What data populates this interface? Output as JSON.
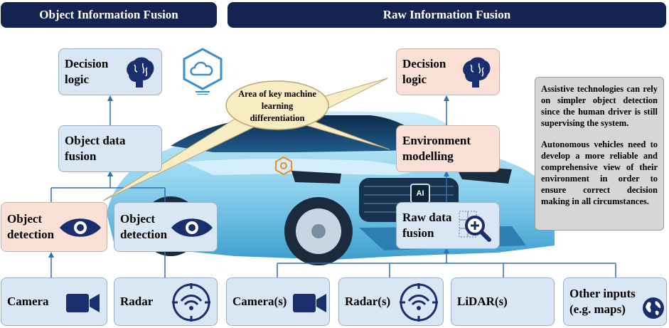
{
  "banners": {
    "left": "Object Information Fusion",
    "right": "Raw Information Fusion"
  },
  "left": {
    "decision": "Decision\nlogic",
    "fusion": "Object data\nfusion",
    "detection_camera": "Object\ndetection",
    "detection_radar": "Object\ndetection",
    "camera": "Camera",
    "radar": "Radar"
  },
  "right": {
    "decision": "Decision\nlogic",
    "environment": "Environment\nmodelling",
    "raw_fusion": "Raw data\nfusion",
    "camera": "Camera(s)",
    "radar": "Radar(s)",
    "lidar": "LiDAR(s)",
    "other": "Other inputs\n(e.g. maps)"
  },
  "bubble": "Area of key machine learning differentiation",
  "car_chip_label": "AI",
  "note": {
    "p1": "Assistive technologies can rely on simpler object detection since the human driver is still supervising the system.",
    "p2": "Autonomous vehicles need to develop a more reliable and comprehensive view of their environment in order to ensure correct decision making in all circumstances."
  },
  "colors": {
    "banner": "#14234f",
    "box_blue": "#d9e6f3",
    "box_peach": "#fbe1d5",
    "icon_navy": "#1a2e6e",
    "line_blue": "#2f6fb8",
    "note_grey": "#d6d6d6",
    "bubble_fill": "#f8ecc3"
  },
  "icons": [
    "brain-icon",
    "cloud-hexagon-icon",
    "eye-icon",
    "video-camera-icon",
    "radar-signal-icon",
    "magnifier-grid-icon",
    "globe-icon",
    "gear-hexagon-icon"
  ]
}
